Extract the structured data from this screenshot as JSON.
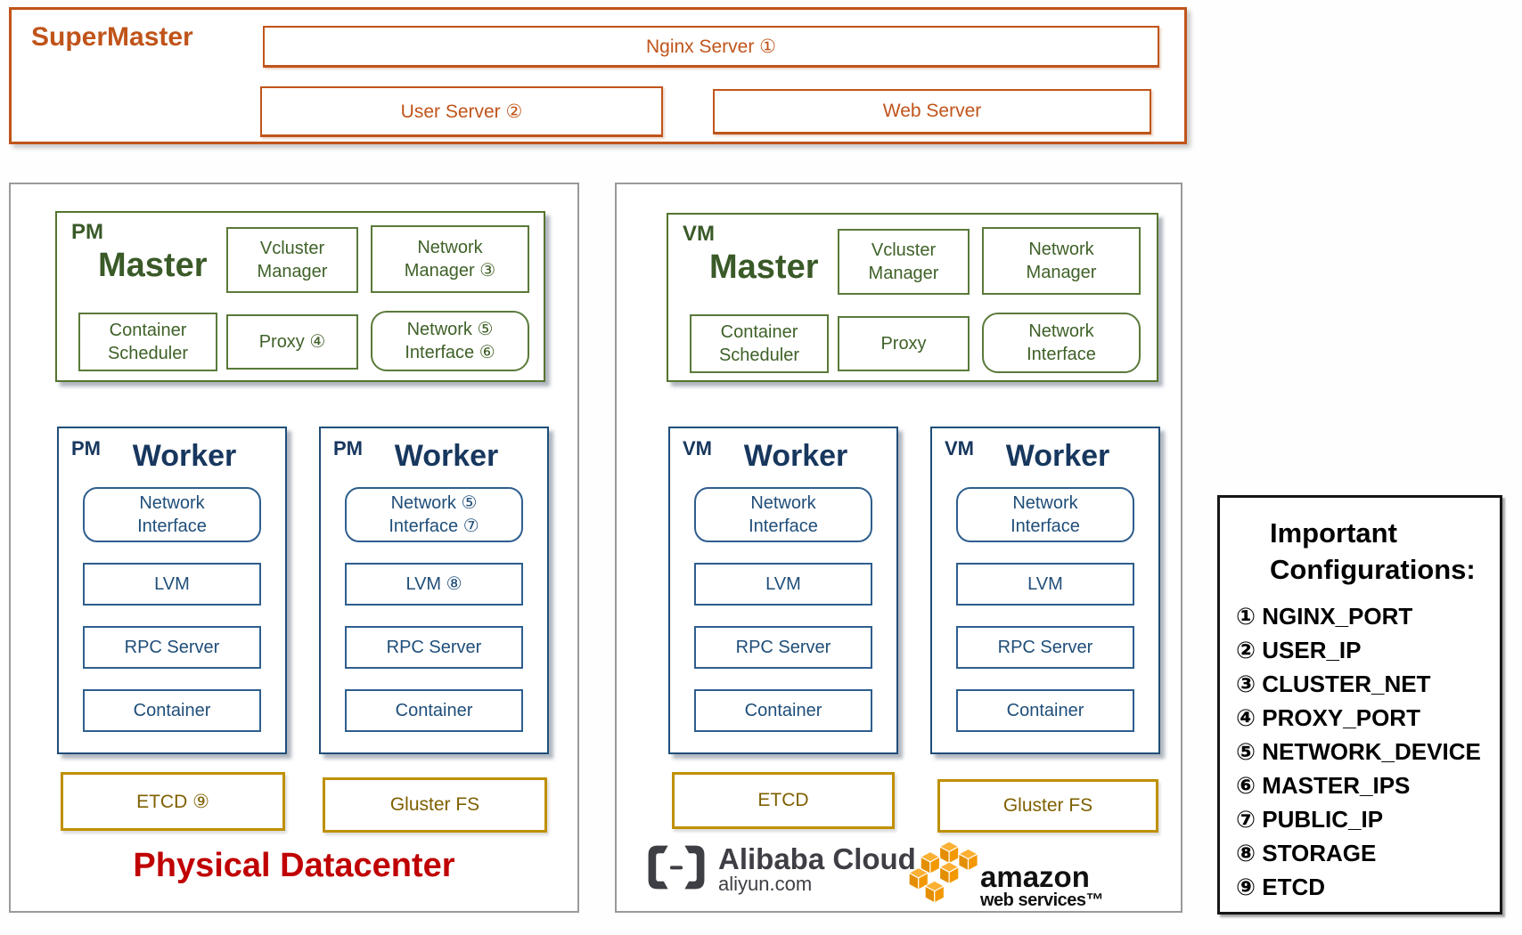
{
  "supermaster": {
    "title": "SuperMaster",
    "nginx_server": "Nginx Server ①",
    "user_server": "User Server ②",
    "web_server": "Web Server"
  },
  "physical": {
    "caption": "Physical Datacenter",
    "master": {
      "tag": "PM",
      "title": "Master",
      "vcluster_l1": "Vcluster",
      "vcluster_l2": "Manager",
      "netmgr_l1": "Network",
      "netmgr_l2": "Manager ③",
      "sched_l1": "Container",
      "sched_l2": "Scheduler",
      "proxy": "Proxy ④",
      "ni_l1": "Network ⑤",
      "ni_l2": "Interface ⑥"
    },
    "worker1": {
      "tag": "PM",
      "title": "Worker",
      "ni_l1": "Network",
      "ni_l2": "Interface",
      "lvm": "LVM",
      "rpc": "RPC Server",
      "container": "Container"
    },
    "worker2": {
      "tag": "PM",
      "title": "Worker",
      "ni_l1": "Network ⑤",
      "ni_l2": "Interface ⑦",
      "lvm": "LVM ⑧",
      "rpc": "RPC Server",
      "container": "Container"
    },
    "etcd": "ETCD ⑨",
    "gluster": "Gluster FS"
  },
  "virtual": {
    "master": {
      "tag": "VM",
      "title": "Master",
      "vcluster_l1": "Vcluster",
      "vcluster_l2": "Manager",
      "netmgr_l1": "Network",
      "netmgr_l2": "Manager",
      "sched_l1": "Container",
      "sched_l2": "Scheduler",
      "proxy": "Proxy",
      "ni_l1": "Network",
      "ni_l2": "Interface"
    },
    "worker1": {
      "tag": "VM",
      "title": "Worker",
      "ni_l1": "Network",
      "ni_l2": "Interface",
      "lvm": "LVM",
      "rpc": "RPC Server",
      "container": "Container"
    },
    "worker2": {
      "tag": "VM",
      "title": "Worker",
      "ni_l1": "Network",
      "ni_l2": "Interface",
      "lvm": "LVM",
      "rpc": "RPC Server",
      "container": "Container"
    },
    "etcd": "ETCD",
    "gluster": "Gluster FS",
    "alibaba": {
      "name": "Alibaba Cloud",
      "domain": "aliyun.com"
    },
    "aws": {
      "name": "amazon",
      "sub": "web services™"
    }
  },
  "config": {
    "title_l1": "Important",
    "title_l2": "Configurations:",
    "items": [
      "① NGINX_PORT",
      "② USER_IP",
      "③ CLUSTER_NET",
      "④ PROXY_PORT",
      "⑤ NETWORK_DEVICE",
      "⑥ MASTER_IPS",
      "⑦ PUBLIC_IP",
      "⑧ STORAGE",
      "⑨ ETCD"
    ]
  },
  "colors": {
    "orange": "#C0541A",
    "green_border": "#55742F",
    "green_text": "#3A5A28",
    "blue_border": "#2E5E8E",
    "blue_text": "#1F4E79",
    "gold_border": "#BF9000",
    "gold_text": "#7F6000",
    "red": "#C00000",
    "outer_gray": "#9A9A9A",
    "black": "#161616"
  }
}
